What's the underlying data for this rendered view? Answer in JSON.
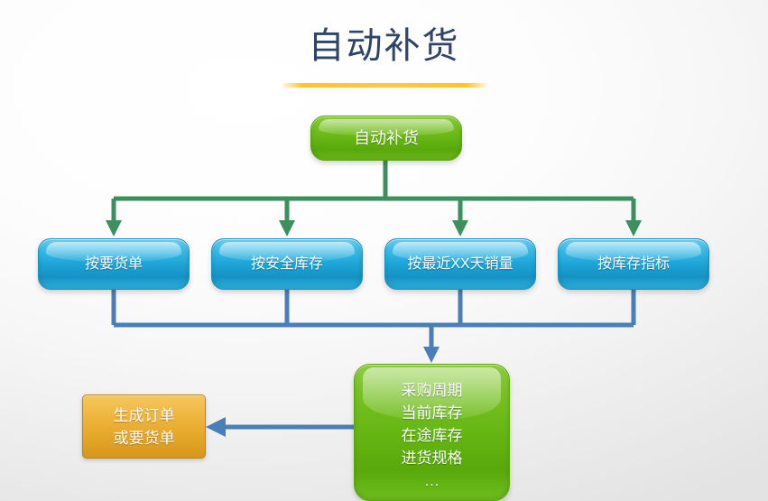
{
  "slide": {
    "title": "自动补货",
    "background_color": "#f4f4f4"
  },
  "diagram": {
    "type": "flowchart",
    "colors": {
      "title_text": "#2e4468",
      "title_rule": "#ffc425",
      "green_node": "#63b411",
      "blue_node": "#1ea6d8",
      "orange_node": "#e3a528",
      "green_connector": "#3d8f5e",
      "blue_connector": "#4a7ebb"
    },
    "root": {
      "label": "自动补货"
    },
    "branches": [
      {
        "label": "按要货单"
      },
      {
        "label": "按安全库存"
      },
      {
        "label": "按最近XX天销量"
      },
      {
        "label": "按库存指标"
      }
    ],
    "factors": {
      "label": "采购周期\n当前库存\n在途库存\n进货规格\n…",
      "lines": [
        "采购周期",
        "当前库存",
        "在途库存",
        "进货规格",
        "…"
      ]
    },
    "output": {
      "label": "生成订单\n或要货单",
      "lines": [
        "生成订单",
        "或要货单"
      ]
    }
  }
}
